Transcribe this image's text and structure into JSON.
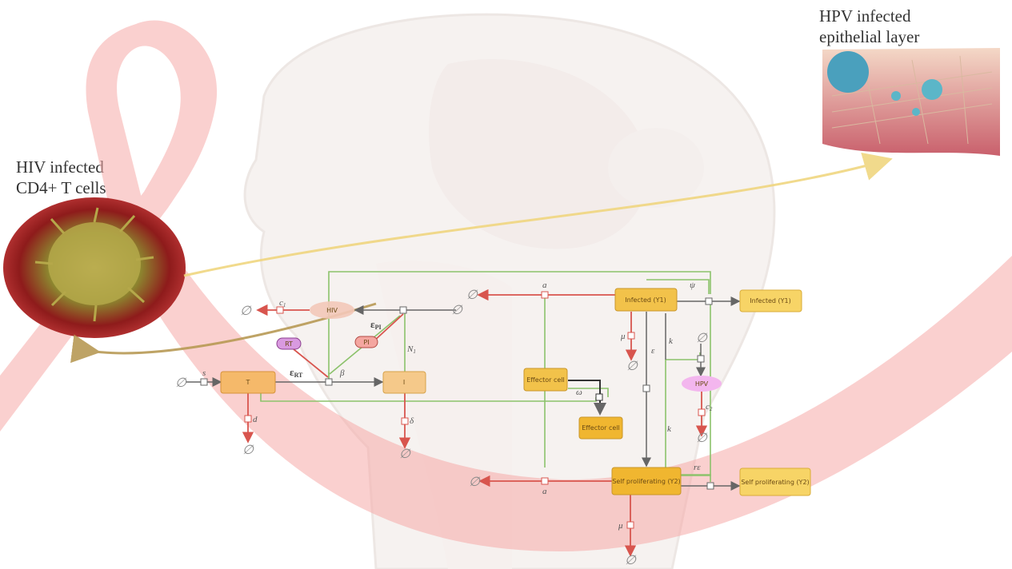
{
  "captions": {
    "hiv": [
      "HIV infected",
      "CD4+ T cells"
    ],
    "hpv": [
      "HPV infected",
      "epithelial layer"
    ]
  },
  "nodes": {
    "hiv": "HIV",
    "rt": "RT",
    "pi": "PI",
    "t": "T",
    "i": "I",
    "infected_y1": "Infected (Y1)",
    "infected_y1_out": "Infected (Y1)",
    "effector_cell": "Effector cell",
    "effector_cell_out": "Effector cell",
    "hpv": "HPV",
    "self_prolif_y2": "Self proliferating (Y2)",
    "self_prolif_y2_out": "Self proliferating (Y2)"
  },
  "params": {
    "c1": "c",
    "c1_sub": "1",
    "eps_pi": "ε",
    "eps_pi_sub": "PI",
    "n1": "N",
    "n1_sub": "1",
    "eps_rt": "ε",
    "eps_rt_sub": "RT",
    "beta": "β",
    "s": "s",
    "d": "d",
    "delta": "δ",
    "a_top": "a",
    "a_bottom": "a",
    "psi": "ψ",
    "mu_top": "μ",
    "mu_bottom": "μ",
    "epsilon": "ε",
    "k_top": "k",
    "k_bottom": "k",
    "omega": "ω",
    "c2": "c",
    "c2_sub": "2",
    "r_eps": "rε"
  },
  "null_symbol": "∅",
  "colors": {
    "node_fill": "#f5b96a",
    "node_fill_gold": "#f2c24a",
    "hpv_fill": "#f3b6ee",
    "hiv_fill": "#f3c8b8",
    "degradation": "#d8554e",
    "regulation": "#8cc26b",
    "flow": "#666666",
    "ribbon": "#f6aaa8"
  }
}
